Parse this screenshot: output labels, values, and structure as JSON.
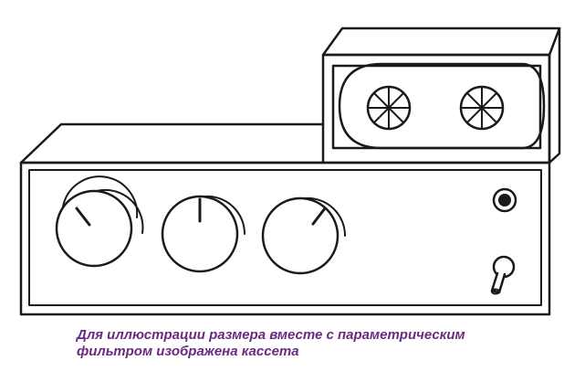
{
  "caption": {
    "line1": "Для иллюстрации размера вместе с параметрическим",
    "line2": "фильтром изображена кассета"
  },
  "knobs": [
    {
      "name": "knob-left",
      "pointer": "upper-left"
    },
    {
      "name": "knob-middle",
      "pointer": "up"
    },
    {
      "name": "knob-right",
      "pointer": "upper-right"
    }
  ],
  "colors": {
    "line": "#1a1a1a",
    "caption": "#6a2a80",
    "background": "#ffffff"
  }
}
